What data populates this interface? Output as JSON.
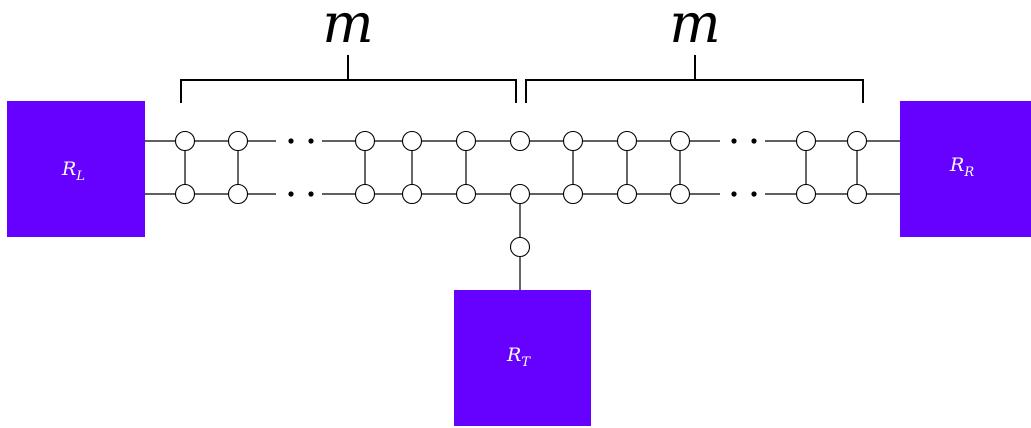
{
  "brace_labels": {
    "left": "m",
    "right": "m"
  },
  "reservoirs": {
    "left": {
      "symbol": "R",
      "subscript": "L"
    },
    "right": {
      "symbol": "R",
      "subscript": "R"
    },
    "bottom": {
      "symbol": "R",
      "subscript": "T"
    }
  },
  "colors": {
    "reservoir": "#6600ff",
    "node_fill": "#ffffff",
    "line": "#000000"
  }
}
